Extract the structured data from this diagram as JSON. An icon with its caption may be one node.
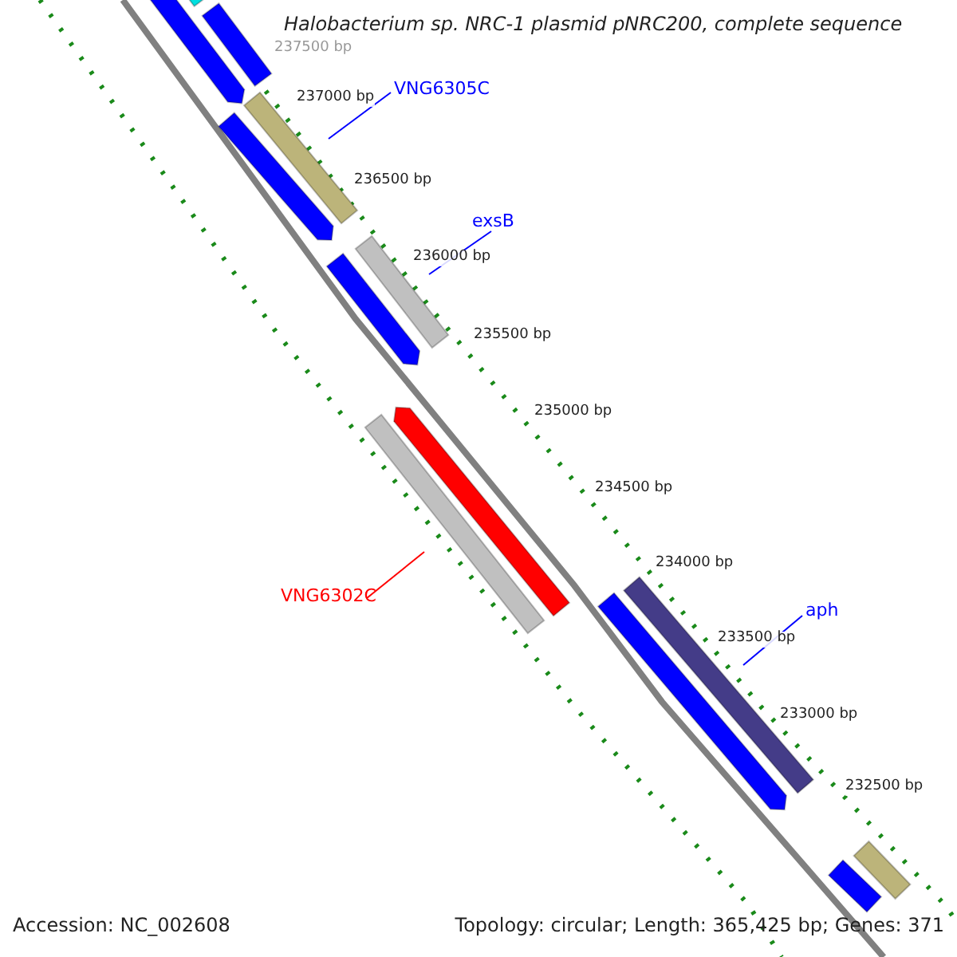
{
  "diagram": {
    "title": "Halobacterium sp. NRC-1 plasmid pNRC200, complete sequence",
    "nodes": [
      {
        "text": [
          "VNG6305C"
        ]
      },
      {
        "text": [],
        "shape": "bar"
      },
      {
        "text": [
          "exsB"
        ]
      },
      {
        "text": [],
        "shape": "bar"
      },
      {
        "text": [
          "VNG6302C"
        ]
      },
      {
        "text": [],
        "shape": "bar"
      },
      {
        "text": [
          "aph"
        ]
      },
      {
        "text": [],
        "shape": "bar"
      },
      {
        "text": [],
        "shape": "bar"
      },
      {
        "text": [],
        "shape": "bar"
      },
      {
        "text": [],
        "shape": "bar"
      },
      {
        "text": [],
        "shape": "bar"
      },
      {
        "text": [],
        "shape": "bar"
      },
      {
        "text": [],
        "shape": "bar"
      },
      {
        "text": [],
        "shape": "bar"
      },
      {
        "text": [],
        "shape": "bar"
      },
      {
        "text": [],
        "shape": "bar"
      }
    ],
    "edges": [
      {
        "from": 0,
        "to": 1,
        "arrow": "none"
      },
      {
        "from": 2,
        "to": 3,
        "arrow": "none"
      },
      {
        "from": 4,
        "to": 5,
        "arrow": "none",
        "color": "#ff0000"
      },
      {
        "from": 6,
        "to": 7,
        "arrow": "none"
      }
    ],
    "labels": [
      "237500 bp",
      "237000 bp",
      "236500 bp",
      "236000 bp",
      "235500 bp",
      "235000 bp",
      "234500 bp",
      "234000 bp",
      "233500 bp",
      "233000 bp",
      "232500 bp",
      "Accession: NC_002608",
      "Topology: circular; Length: 365,425 bp; Genes: 371"
    ]
  }
}
